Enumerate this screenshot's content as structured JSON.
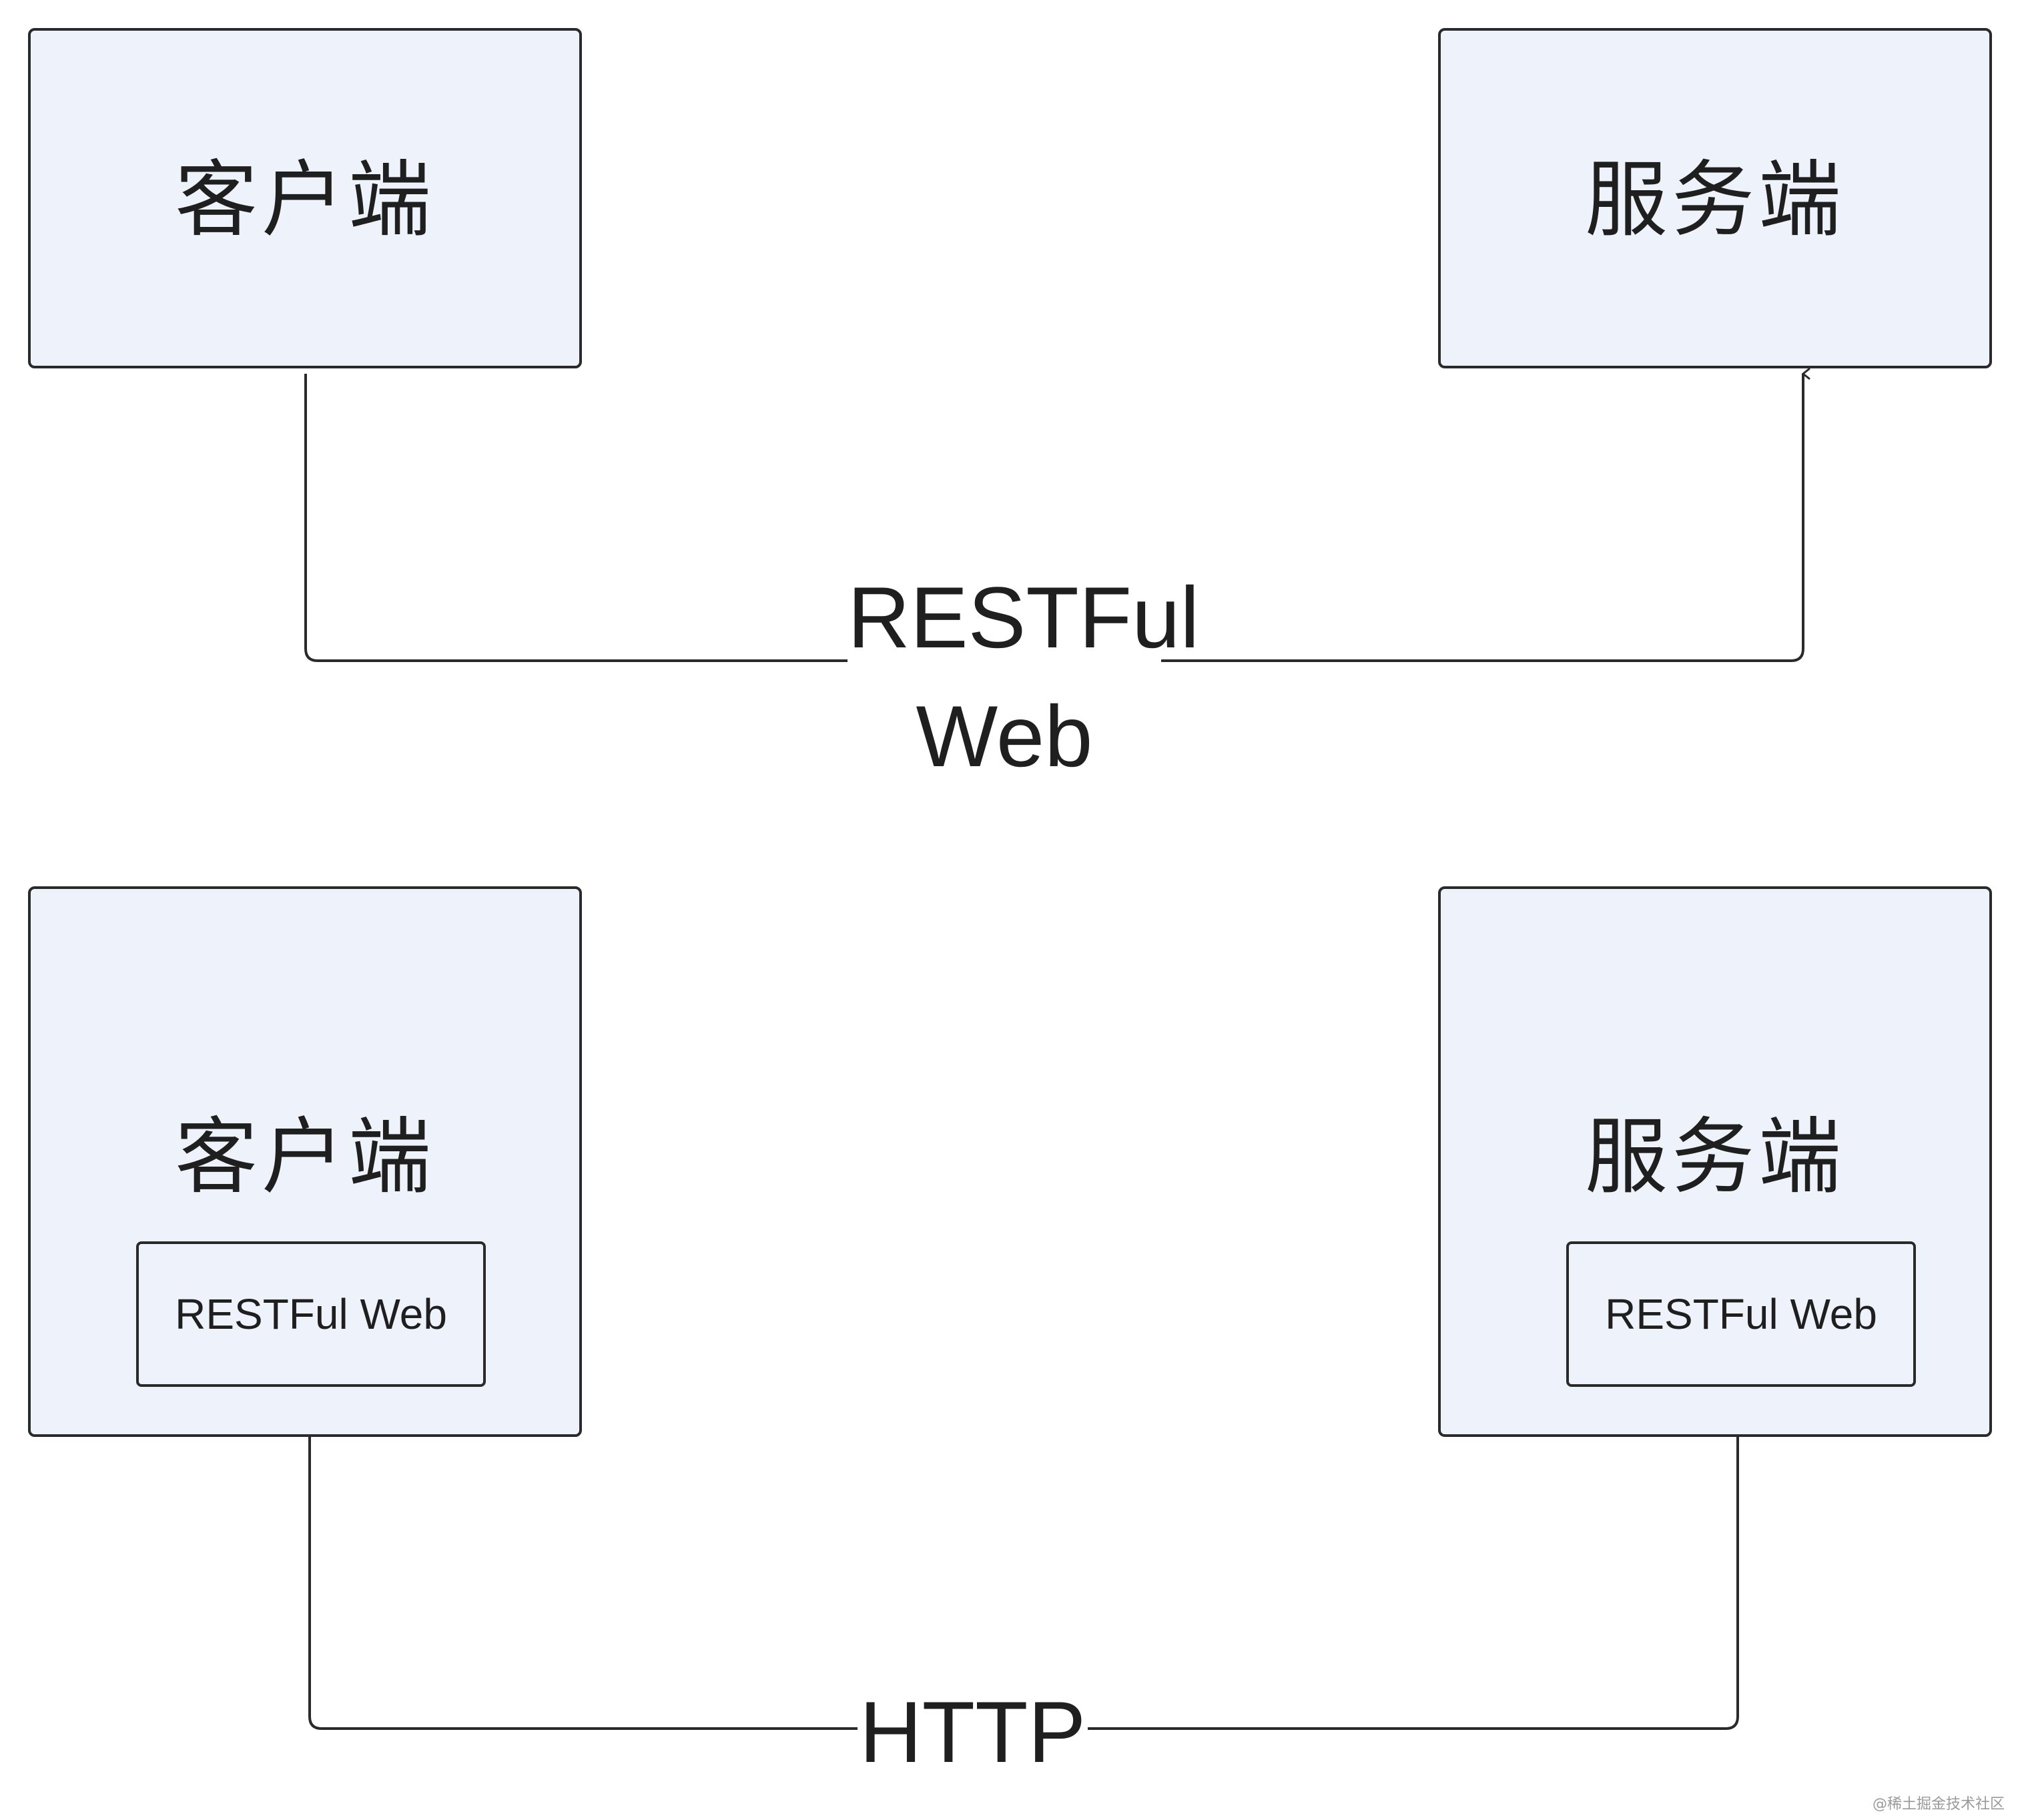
{
  "diagram": {
    "top": {
      "client_label": "客户端",
      "server_label": "服务端",
      "edge_label": "RESTFul Web"
    },
    "bottom": {
      "client_label": "客户端",
      "server_label": "服务端",
      "client_inner_label": "RESTFul Web",
      "server_inner_label": "RESTFul Web",
      "edge_label": "HTTP"
    }
  },
  "watermark": "@稀土掘金技术社区",
  "colors": {
    "node_fill": "#eef2fb",
    "stroke": "#2a2a2a",
    "background": "#ffffff"
  }
}
